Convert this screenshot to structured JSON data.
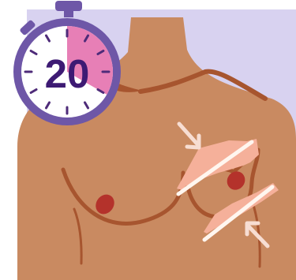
{
  "timer": {
    "value": "20",
    "progress_fraction": 0.333
  },
  "icons": [
    "stopwatch-icon",
    "torso-illustration",
    "compression-plates",
    "arrow-icon"
  ],
  "colors": {
    "background": "#d8d2f0",
    "skin": "#c98a61",
    "skin_shadow": "#a7552f",
    "nipple": "#b4322b",
    "timer_ring": "#6e57a7",
    "timer_face": "#ffffff",
    "timer_elapsed": "#e77fb6",
    "timer_ticks": "#4e2b79",
    "timer_text": "#3d1a73",
    "plate": "#f5b09a",
    "plate_edge": "#fff6ef",
    "arrow": "#f7ddd2"
  }
}
